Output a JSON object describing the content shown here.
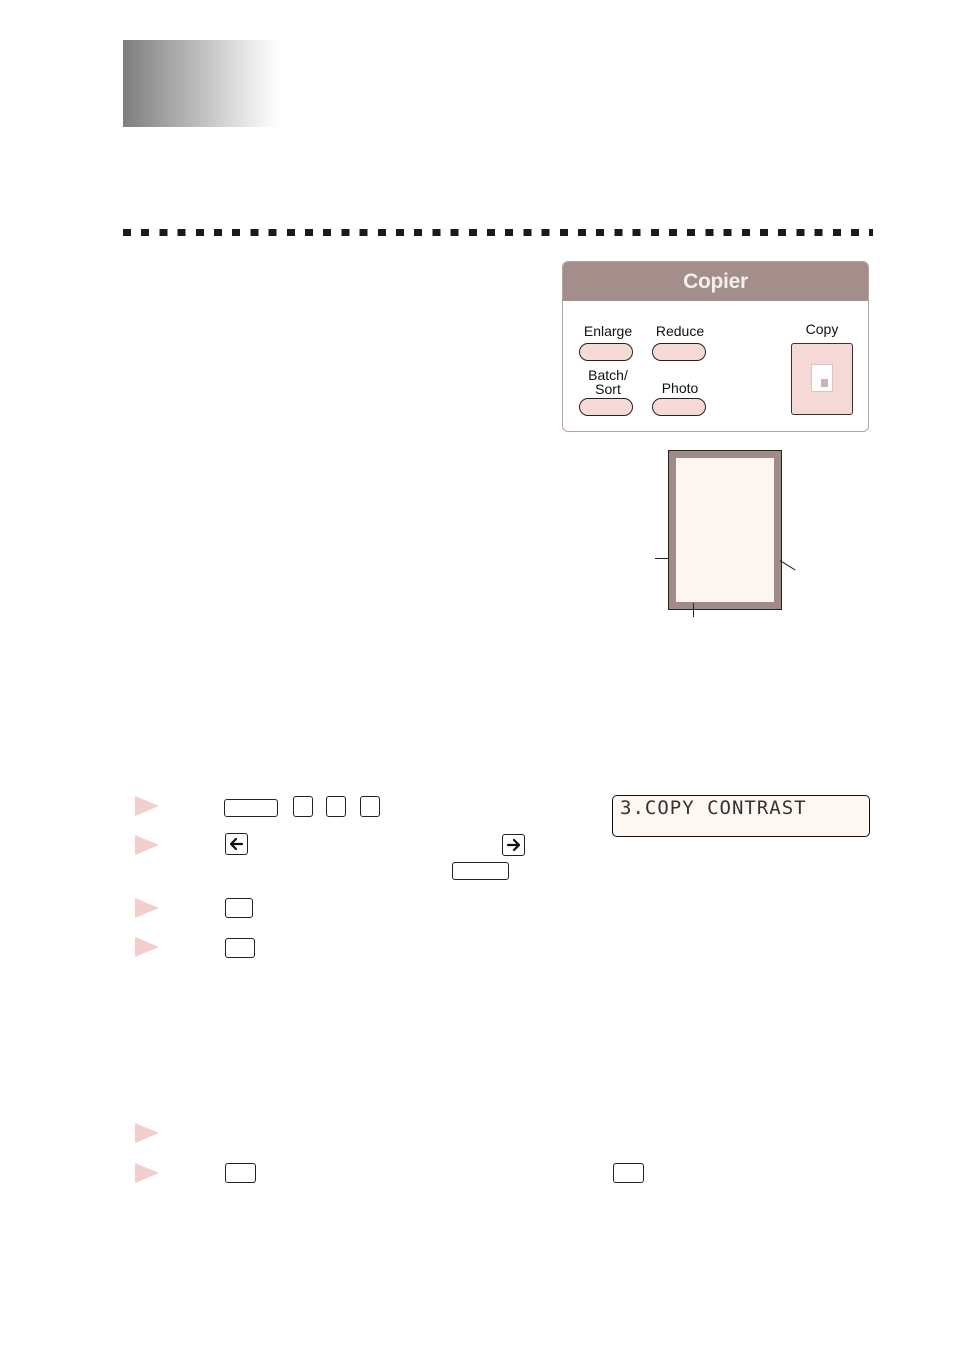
{
  "copier_panel": {
    "title": "Copier",
    "buttons": {
      "enlarge": "Enlarge",
      "reduce": "Reduce",
      "batch_sort_line1": "Batch/",
      "batch_sort_line2": "Sort",
      "photo": "Photo",
      "copy": "Copy"
    },
    "colors": {
      "header": "#a38e8c",
      "button_fill": "#f7dad6",
      "step_arrow": "#f2cfcc"
    }
  },
  "lcd": {
    "text": "3.COPY CONTRAST"
  },
  "icons": [
    "left-arrow-icon",
    "right-arrow-icon",
    "copy-page-icon",
    "step-arrow-icon"
  ]
}
